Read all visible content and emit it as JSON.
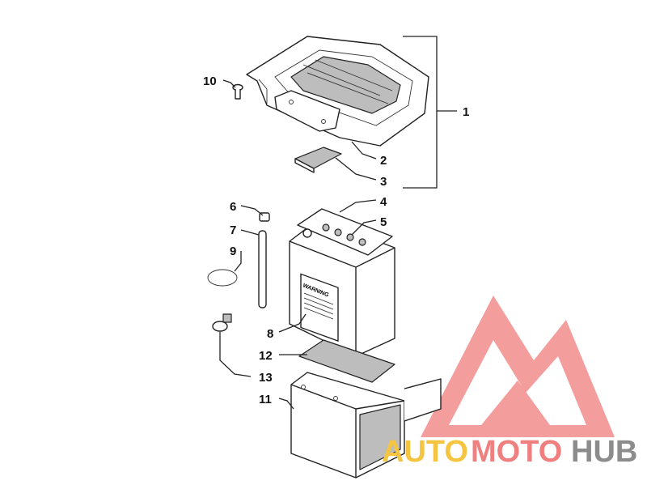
{
  "callouts": [
    "1",
    "2",
    "3",
    "4",
    "5",
    "6",
    "7",
    "8",
    "9",
    "10",
    "11",
    "12",
    "13"
  ],
  "battery_label": "WARNING",
  "watermark": {
    "part1": "AUTO",
    "part2": "MOTO",
    "part3": "HUB",
    "color_red": "#f08080",
    "color_yellow": "#f5c542",
    "color_gray": "#8c8c8c"
  }
}
